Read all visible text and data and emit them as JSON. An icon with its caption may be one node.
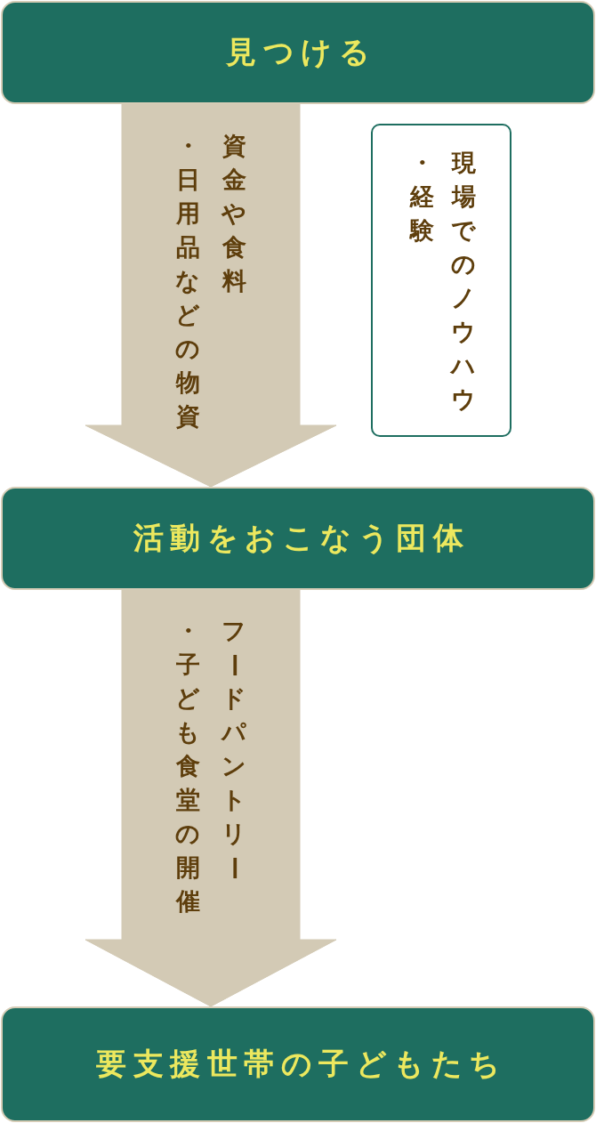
{
  "diagram": {
    "nodes": [
      {
        "text": [
          "見つける"
        ]
      },
      {
        "text": [
          "現場でのノウハウ・経験"
        ]
      },
      {
        "text": [
          "活動をおこなう団体"
        ]
      },
      {
        "text": [
          "要支援世帯の子どもたち"
        ]
      }
    ],
    "edges": [
      {
        "from": 0,
        "to": 2,
        "arrow": "to",
        "label": "資金や食料・日用品などの物資"
      },
      {
        "from": 2,
        "to": 3,
        "arrow": "to",
        "label": "フードパントリー・子ども食堂の開催"
      }
    ]
  }
}
